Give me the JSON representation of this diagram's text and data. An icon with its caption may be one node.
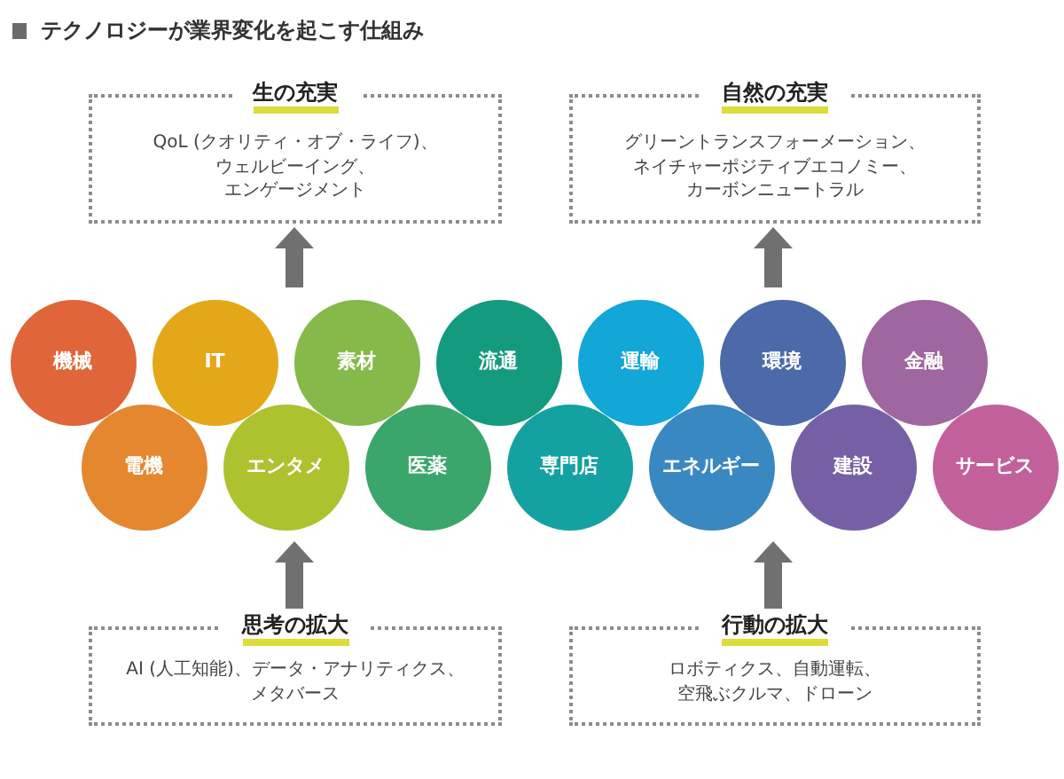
{
  "diagram": {
    "title": "テクノロジーが業界変化を起こす仕組み",
    "nodes": [
      {
        "text": [
          "生の充実",
          "QoL (クオリティ・オブ・ライフ)、ウェルビーイング、エンゲージメント"
        ]
      },
      {
        "text": [
          "自然の充実",
          "グリーントランスフォーメーション、ネイチャーポジティブエコノミー、カーボンニュートラル"
        ]
      },
      {
        "text": [
          "機械"
        ]
      },
      {
        "text": [
          "IT"
        ]
      },
      {
        "text": [
          "素材"
        ]
      },
      {
        "text": [
          "流通"
        ]
      },
      {
        "text": [
          "運輸"
        ]
      },
      {
        "text": [
          "環境"
        ]
      },
      {
        "text": [
          "金融"
        ]
      },
      {
        "text": [
          "電機"
        ]
      },
      {
        "text": [
          "エンタメ"
        ]
      },
      {
        "text": [
          "医薬"
        ]
      },
      {
        "text": [
          "専門店"
        ]
      },
      {
        "text": [
          "エネルギー"
        ]
      },
      {
        "text": [
          "建設"
        ]
      },
      {
        "text": [
          "サービス"
        ]
      },
      {
        "text": [
          "思考の拡大",
          "AI (人工知能)、データ・アナリティクス、メタバース"
        ]
      },
      {
        "text": [
          "行動の拡大",
          "ロボティクス、自動運転、空飛ぶクルマ、ドローン"
        ]
      }
    ],
    "edges": [
      {
        "from": 4,
        "to": 0,
        "arrow": "to"
      },
      {
        "from": 7,
        "to": 1,
        "arrow": "to"
      },
      {
        "from": 16,
        "to": 10,
        "arrow": "to"
      },
      {
        "from": 17,
        "to": 13,
        "arrow": "to"
      }
    ]
  }
}
